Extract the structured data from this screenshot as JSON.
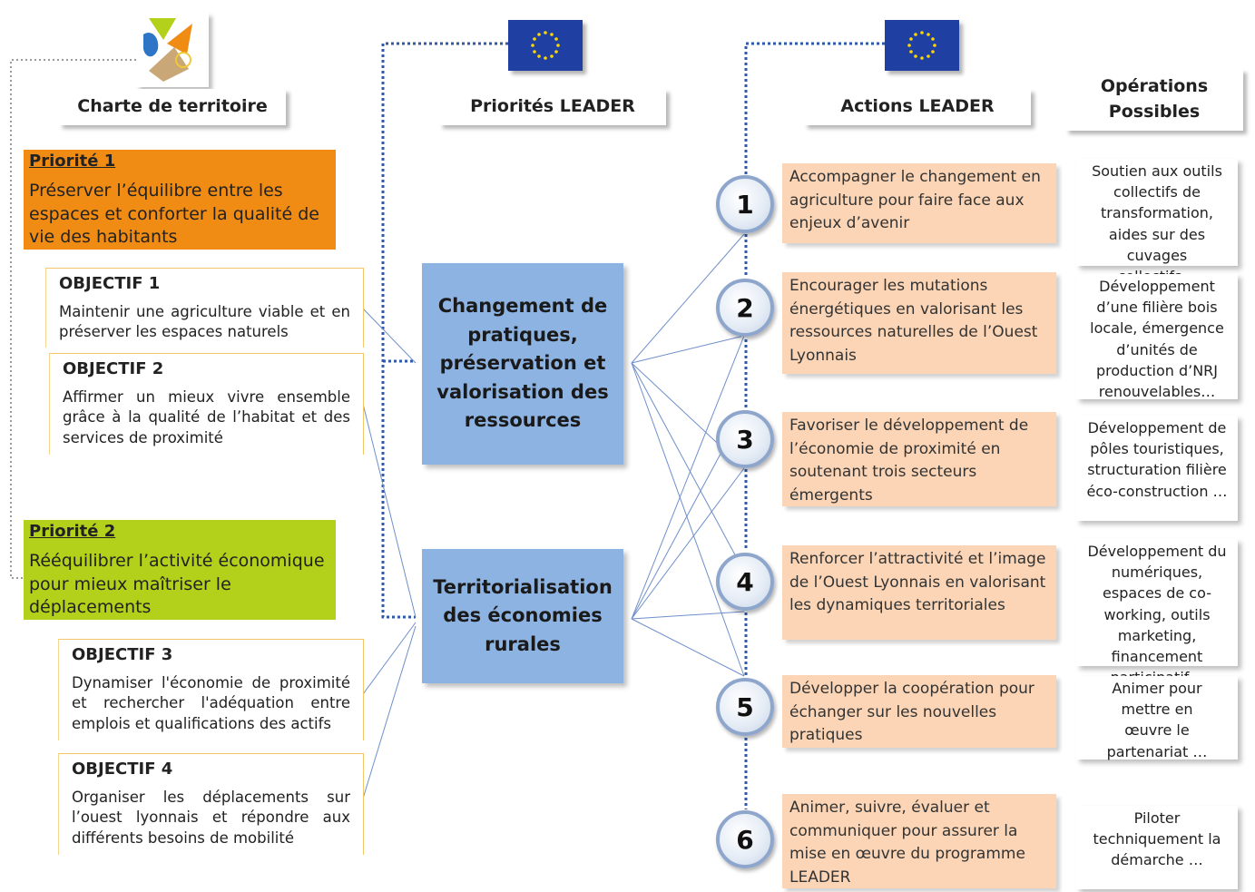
{
  "headers": {
    "charte": "Charte de territoire",
    "priorites": "Priorités LEADER",
    "actions": "Actions LEADER",
    "operations": "Opérations Possibles"
  },
  "priorites_territoire": [
    {
      "title": "Priorité 1",
      "text": "Préserver l’équilibre entre les espaces et conforter la qualité de vie des habitants",
      "color": "#f08c14"
    },
    {
      "title": "Priorité 2",
      "text": "Rééquilibrer l’activité économique pour mieux maîtriser le déplacements",
      "color": "#b3d11a"
    }
  ],
  "objectifs": [
    {
      "title": "OBJECTIF 1",
      "text": "Maintenir une agriculture viable et en préserver les espaces naturels"
    },
    {
      "title": "OBJECTIF 2",
      "text": "Affirmer un mieux vivre ensemble grâce à la qualité de l’habitat et des services de proximité"
    },
    {
      "title": "OBJECTIF 3",
      "text": "Dynamiser l'économie de proximité et rechercher l'adéquation entre emplois et qualifications des actifs"
    },
    {
      "title": "OBJECTIF 4",
      "text": "Organiser les déplacements sur l’ouest lyonnais et répondre aux différents besoins de mobilité"
    }
  ],
  "priorites_leader": [
    "Changement de pratiques, préservation et valorisation des ressources",
    "Territorialisation des économies rurales"
  ],
  "actions": [
    {
      "num": "1",
      "text": "Accompagner le changement en agriculture pour faire face aux enjeux d’avenir"
    },
    {
      "num": "2",
      "text": "Encourager les mutations énergétiques en valorisant les ressources naturelles de l’Ouest Lyonnais"
    },
    {
      "num": "3",
      "text": "Favoriser le développement de l’économie de proximité en soutenant trois secteurs émergents"
    },
    {
      "num": "4",
      "text": "Renforcer l’attractivité et l’image de l’Ouest Lyonnais en valorisant les dynamiques territoriales"
    },
    {
      "num": "5",
      "text": "Développer la coopération pour échanger sur les nouvelles pratiques"
    },
    {
      "num": "6",
      "text": "Animer, suivre, évaluer et communiquer pour assurer la mise en œuvre du programme LEADER"
    }
  ],
  "operations": [
    "Soutien aux outils collectifs de transformation, aides sur des cuvages collectifs…",
    "Développement d’une filière bois locale, émergence d’unités de production d’NRJ renouvelables…",
    "Développement de pôles touristiques, structuration filière éco-construction …",
    "Développement du numériques, espaces de co-working, outils marketing, financement participatif…",
    "Animer pour mettre en œuvre le partenariat …",
    "Piloter techniquement la démarche …"
  ],
  "icons": {
    "logo": "territory-logo-icon",
    "flag": "eu-flag-icon"
  },
  "colors": {
    "priorite1": "#f08c14",
    "priorite2": "#b3d11a",
    "leader_box": "#8db3e2",
    "action_box": "#fbd5b5",
    "connector": "#2e5aa8"
  }
}
